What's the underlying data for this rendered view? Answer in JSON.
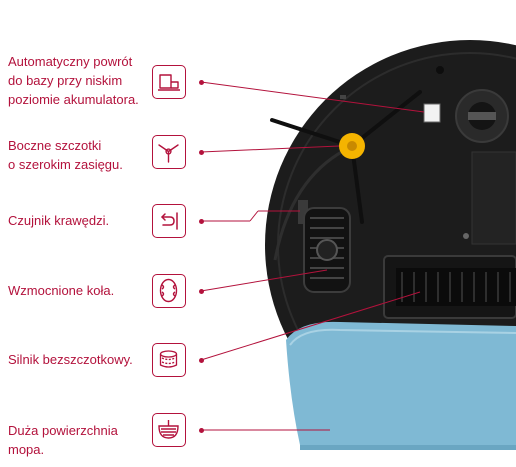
{
  "features": [
    {
      "label": "Automatyczny powrót\ndo bazy przy niskim\npoziomie akumulatora.",
      "icon": "dock-station-icon"
    },
    {
      "label": "Boczne szczotki\no szerokim zasięgu.",
      "icon": "side-brush-icon"
    },
    {
      "label": "Czujnik krawędzi.",
      "icon": "edge-sensor-icon"
    },
    {
      "label": "Wzmocnione koła.",
      "icon": "wheel-icon"
    },
    {
      "label": "Silnik bezszczotkowy.",
      "icon": "brushless-motor-icon"
    },
    {
      "label": "Duża powierzchnia\nmopa.",
      "icon": "mop-icon"
    }
  ],
  "colors": {
    "accent": "#b3123c",
    "robot_body": "#1c1c1c",
    "mop": "#7fb9d4",
    "brush": "#f5b400"
  }
}
